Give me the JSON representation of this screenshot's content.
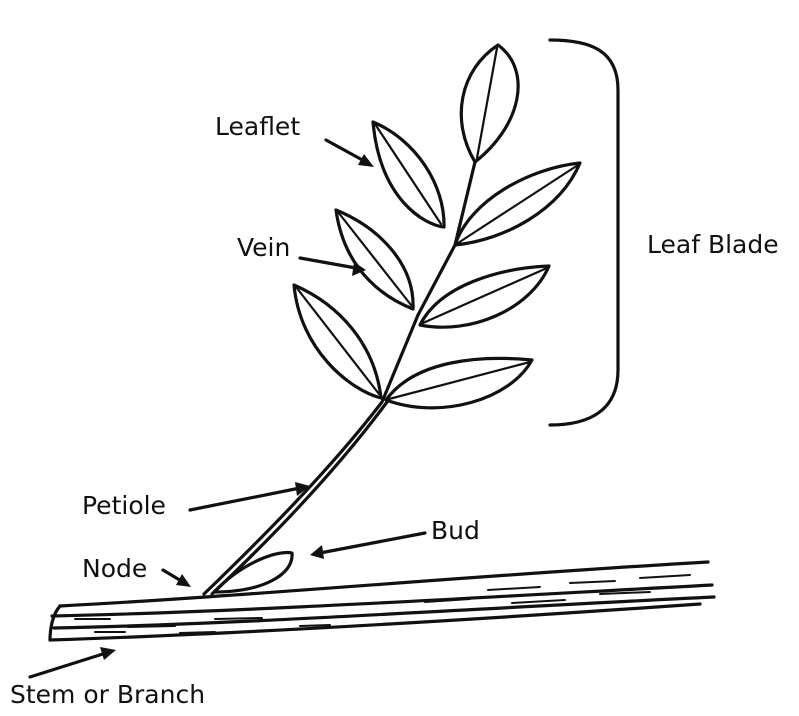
{
  "labels": {
    "leaflet": "Leaflet",
    "vein": "Vein",
    "leaf_blade": "Leaf Blade",
    "petiole": "Petiole",
    "bud": "Bud",
    "node": "Node",
    "stem": "Stem or Branch"
  },
  "colors": {
    "ink": "#111111",
    "background": "#ffffff"
  }
}
